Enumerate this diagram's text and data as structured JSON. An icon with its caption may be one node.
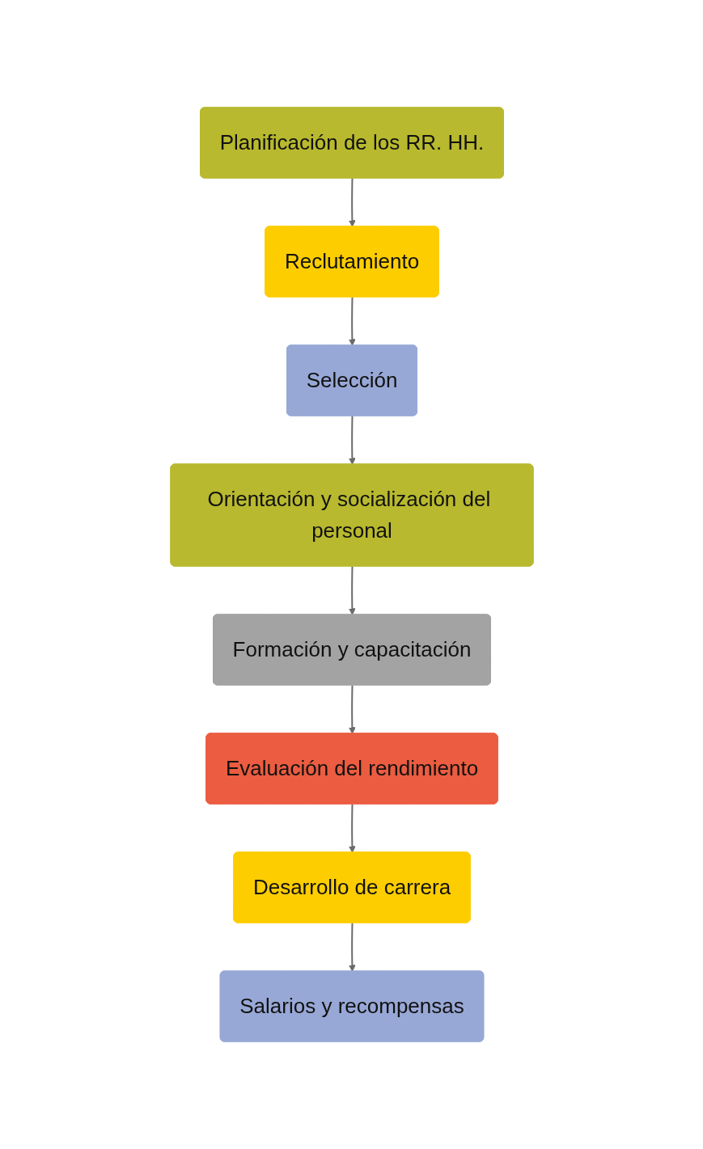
{
  "diagram": {
    "nodes": [
      {
        "text": [
          "Planificación de los RR. HH."
        ]
      },
      {
        "text": [
          "Reclutamiento"
        ]
      },
      {
        "text": [
          "Selección"
        ]
      },
      {
        "text": [
          "Orientación y socialización del personal"
        ]
      },
      {
        "text": [
          "Formación y capacitación"
        ]
      },
      {
        "text": [
          "Evaluación del rendimiento"
        ]
      },
      {
        "text": [
          "Desarrollo de carrera"
        ]
      },
      {
        "text": [
          "Salarios y recompensas"
        ]
      }
    ],
    "edges": [
      {
        "from": 0,
        "to": 1,
        "arrow": "to"
      },
      {
        "from": 1,
        "to": 2,
        "arrow": "to"
      },
      {
        "from": 2,
        "to": 3,
        "arrow": "to"
      },
      {
        "from": 3,
        "to": 4,
        "arrow": "to"
      },
      {
        "from": 4,
        "to": 5,
        "arrow": "to"
      },
      {
        "from": 5,
        "to": 6,
        "arrow": "to"
      },
      {
        "from": 6,
        "to": 7,
        "arrow": "to"
      }
    ]
  }
}
